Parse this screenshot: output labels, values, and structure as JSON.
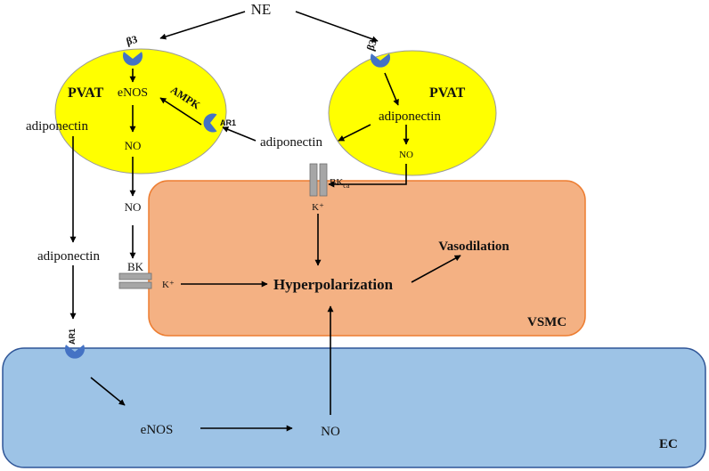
{
  "colors": {
    "pvat_fill": "#ffff00",
    "pvat_stroke": "#9a9a9a",
    "vsmc_fill": "#f4b183",
    "vsmc_stroke": "#ed7d31",
    "ec_fill": "#9dc3e6",
    "ec_stroke": "#2f5597",
    "receptor_fill": "#4472c4",
    "channel_fill": "#a6a6a6",
    "arrow": "#000000"
  },
  "labels": {
    "ne": "NE",
    "beta3": "β3",
    "pvat": "PVAT",
    "enos": "eNOS",
    "ampk": "AMPK",
    "ar1": "AR1",
    "no": "NO",
    "adiponectin": "adiponectin",
    "bk": "BK",
    "bkca_main": "BK",
    "bkca_sub": "ca",
    "k_plus": "K⁺",
    "hyperpolarization": "Hyperpolarization",
    "vasodilation": "Vasodilation",
    "vsmc": "VSMC",
    "ec": "EC"
  }
}
